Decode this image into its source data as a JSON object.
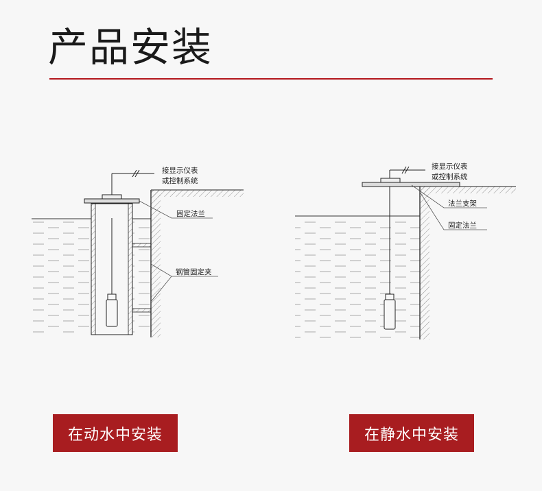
{
  "title": "产品安装",
  "left_diagram": {
    "label_connect_1": "接显示仪表",
    "label_connect_2": "或控制系统",
    "label_flange": "固定法兰",
    "label_clamp": "钢管固定夹"
  },
  "right_diagram": {
    "label_connect_1": "接显示仪表",
    "label_connect_2": "或控制系统",
    "label_bracket": "法兰支架",
    "label_flange": "固定法兰"
  },
  "buttons": {
    "dynamic": "在动水中安装",
    "static": "在静水中安装"
  },
  "colors": {
    "accent": "#a81d20",
    "rule": "#b3161c"
  }
}
